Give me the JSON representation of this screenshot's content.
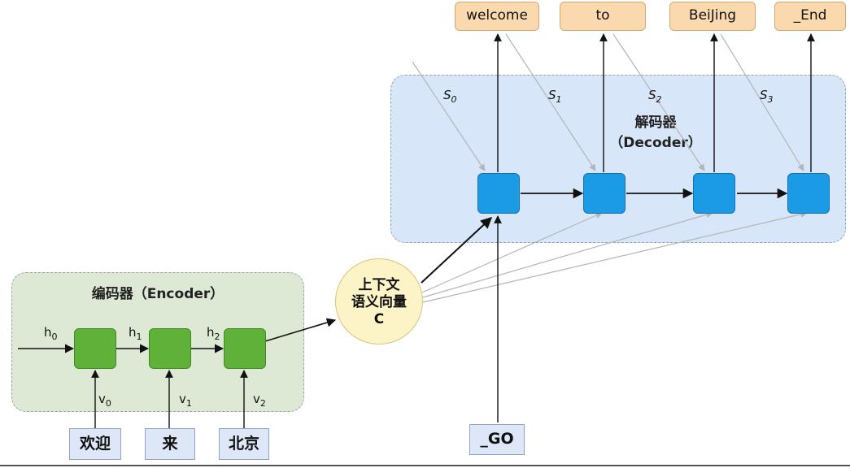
{
  "encoder": {
    "title": "编码器（Encoder）",
    "hidden_labels": [
      "h",
      "h",
      "h"
    ],
    "hidden_subscripts": [
      "0",
      "1",
      "2"
    ],
    "input_labels": [
      "v",
      "v",
      "v"
    ],
    "input_subscripts": [
      "0",
      "1",
      "2"
    ],
    "input_words": [
      "欢迎",
      "来",
      "北京"
    ],
    "cell_color": "#5fb13a",
    "panel_color": "#dde9d4"
  },
  "context": {
    "line1": "上下文",
    "line2": "语义向量",
    "line3": "C",
    "color": "#fcf3c7"
  },
  "decoder": {
    "title_line1": "解码器",
    "title_line2": "（Decoder）",
    "state_labels": [
      "S",
      "S",
      "S",
      "S"
    ],
    "state_subscripts": [
      "0",
      "1",
      "2",
      "3"
    ],
    "output_words": [
      "welcome",
      "to",
      "BeiJing",
      "_End"
    ],
    "start_token": "_GO",
    "cell_color": "#1b9be6",
    "panel_color": "#d7e6f9",
    "output_color": "#fbd9ae"
  }
}
